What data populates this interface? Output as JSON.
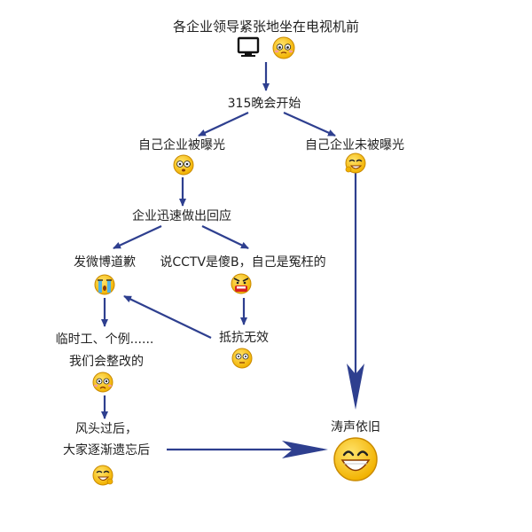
{
  "nodes": {
    "top": "各企业领导紧张地坐在电视机前",
    "start": "315晚会开始",
    "exposed": "自己企业被曝光",
    "not_exposed": "自己企业未被曝光",
    "respond": "企业迅速做出回应",
    "apology": "发微博道歉",
    "blame": "说CCTV是傻B，自己是冤枉的",
    "resist_fail": "抵抗无效",
    "temp_worker": "临时工、个例......",
    "will_fix": "我们会整改的",
    "blow_over_1": "风头过后，",
    "blow_over_2": "大家逐渐遗忘后",
    "result": "涛声依旧"
  },
  "icons": {
    "tv": "tv-icon",
    "worried": "worried-face-icon",
    "shocked": "shocked-face-icon",
    "smirk": "smirk-face-icon",
    "crying": "crying-face-icon",
    "angry": "angry-face-icon",
    "dazed": "dazed-face-icon",
    "sad": "sad-face-icon",
    "sly": "sly-face-icon",
    "grin": "grin-face-icon"
  },
  "colors": {
    "arrow": "#2e3f8f",
    "face": "#f7c21a",
    "face_edge": "#c98a00"
  }
}
